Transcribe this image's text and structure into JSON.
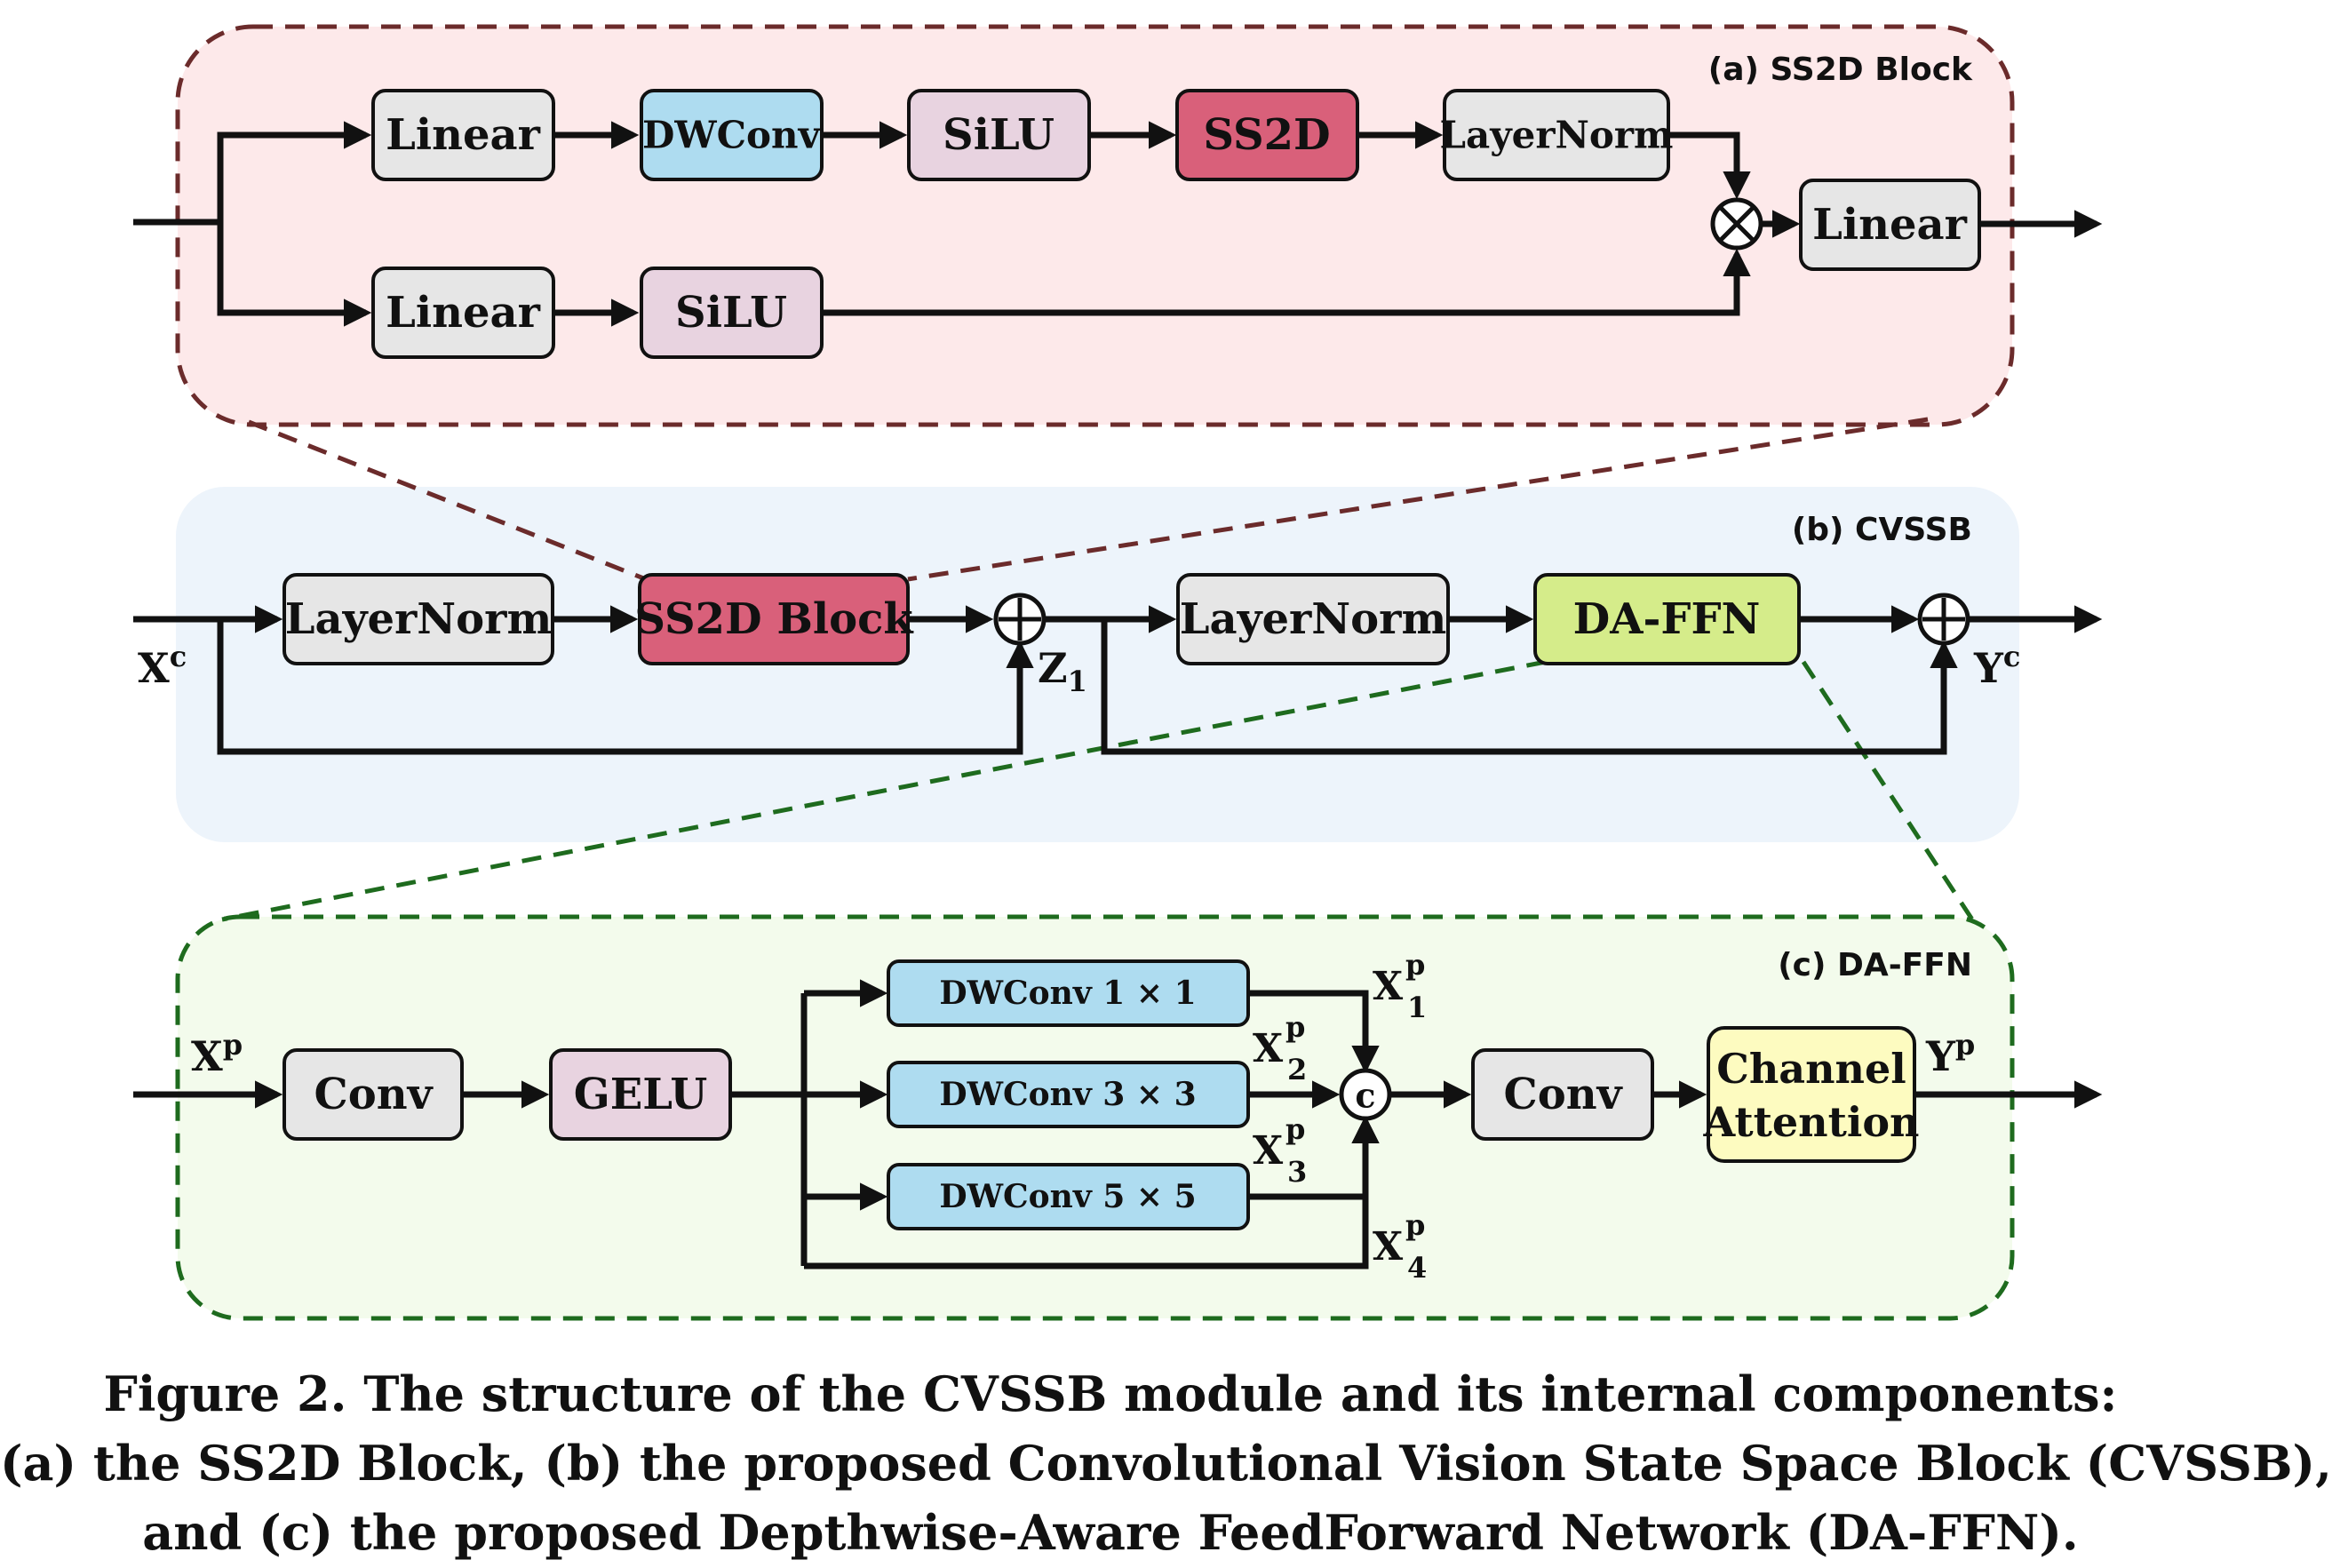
{
  "panels": {
    "ss2d": {
      "title": "(a) SS2D Block"
    },
    "cvssb": {
      "title": "(b) CVSSB"
    },
    "daffn": {
      "title": "(c) DA-FFN"
    }
  },
  "ss2d_block": {
    "linear_top": "Linear",
    "dwconv": "DWConv",
    "silu_top": "SiLU",
    "ss2d": "SS2D",
    "layernorm": "LayerNorm",
    "linear_out": "Linear",
    "linear_bottom": "Linear",
    "silu_bottom": "SiLU",
    "multiply_op": "⊗"
  },
  "cvssb_block": {
    "layernorm_1": "LayerNorm",
    "ss2d_block": "SS2D Block",
    "layernorm_2": "LayerNorm",
    "da_ffn": "DA-FFN",
    "input_var": "X",
    "input_sup": "c",
    "z_var": "Z",
    "z_sub": "1",
    "output_var": "Y",
    "output_sup": "c"
  },
  "daffn_block": {
    "conv_in": "Conv",
    "gelu": "GELU",
    "dw1": "DWConv 1 × 1",
    "dw3": "DWConv 3 × 3",
    "dw5": "DWConv 5 × 5",
    "concat_op": "c",
    "conv_out": "Conv",
    "ca_line1": "Channel",
    "ca_line2": "Attention",
    "input_var": "X",
    "input_sup": "p",
    "output_var": "Y",
    "output_sup": "p",
    "x1_sub": "1",
    "x2_sub": "2",
    "x3_sub": "3",
    "x4_sub": "4"
  },
  "caption": {
    "line1": "Figure 2. The structure of the CVSSB module and its internal components:",
    "line2": "(a) the SS2D Block, (b) the proposed Convolutional Vision State Space Block (CVSSB),",
    "line3": "and (c) the proposed Depthwise-Aware FeedForward Network (DA-FFN)."
  },
  "colors": {
    "panel_a_fill": "#fde9ea",
    "panel_a_border": "#6b2b2b",
    "panel_b_fill": "#edf4fb",
    "panel_c_fill": "#f3fbec",
    "panel_c_border": "#1e6b1e",
    "gray_box": "#e6e6e6",
    "blue_box": "#aedcf0",
    "mauve_box": "#e8d3e0",
    "red_box": "#d9607a",
    "green_box": "#d5ec8a",
    "yellow_box": "#fdfbc0"
  }
}
